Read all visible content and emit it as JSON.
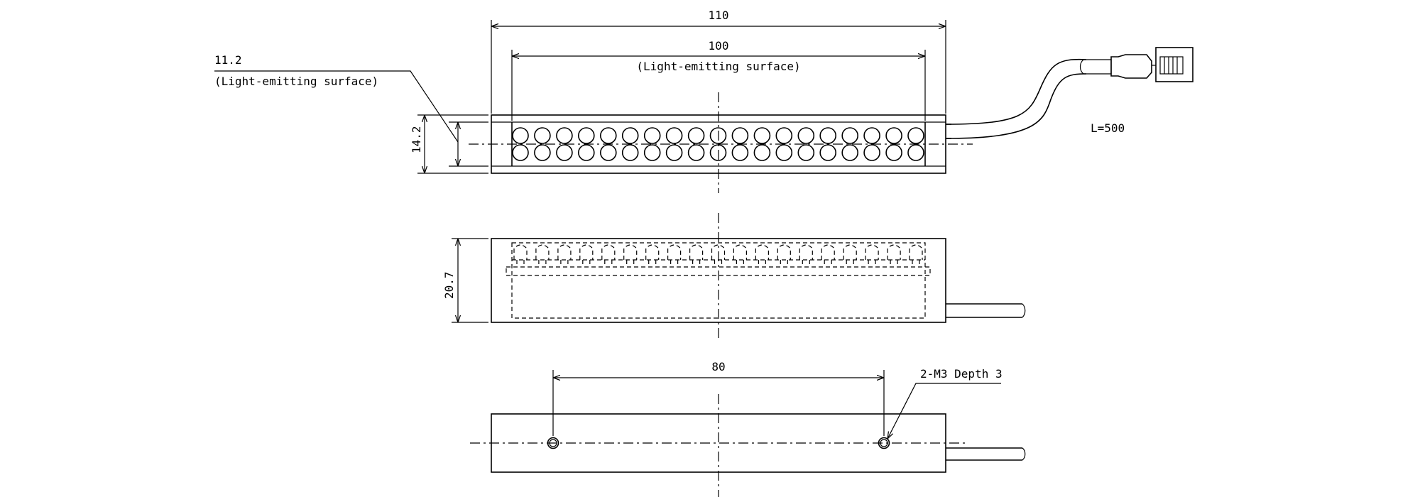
{
  "dimensions": {
    "overall_length": "110",
    "emitting_length": "100",
    "emitting_length_note": "(Light-emitting surface)",
    "emitting_height": "11.2",
    "emitting_height_note": "(Light-emitting surface)",
    "front_height": "14.2",
    "side_height": "20.7",
    "hole_pitch": "80",
    "hole_note": "2-M3 Depth 3",
    "cable_length": "L=500"
  },
  "led_array": {
    "rows": 2,
    "columns": 19
  }
}
